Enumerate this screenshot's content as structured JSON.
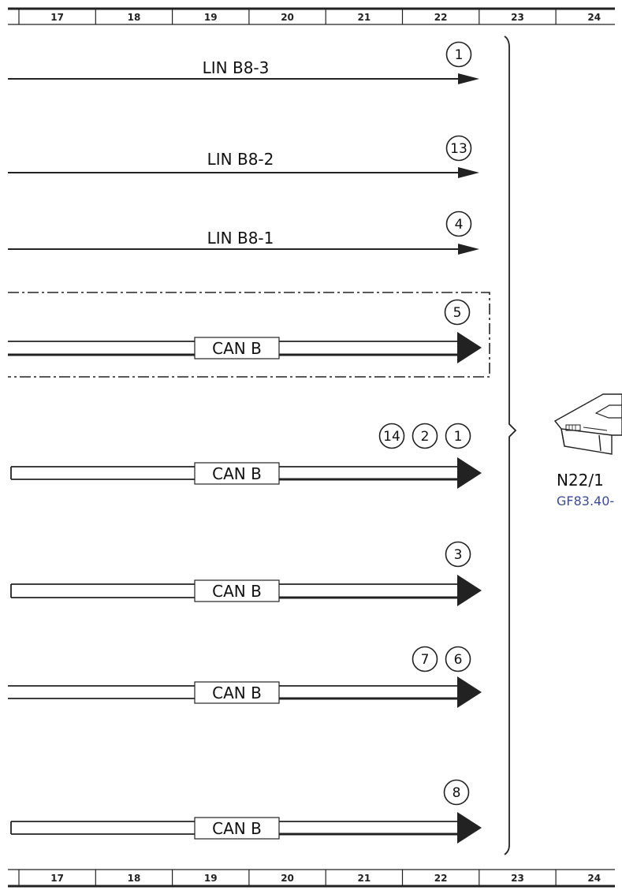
{
  "ruler": {
    "numbers": [
      "17",
      "18",
      "19",
      "20",
      "21",
      "22",
      "23",
      "24"
    ]
  },
  "lin_lines": [
    {
      "label": "LIN B8-3",
      "refs": [
        "1"
      ]
    },
    {
      "label": "LIN B8-2",
      "refs": [
        "13"
      ]
    },
    {
      "label": "LIN B8-1",
      "refs": [
        "4"
      ]
    }
  ],
  "can_buses": [
    {
      "label": "CAN B",
      "refs": [
        "5"
      ]
    },
    {
      "label": "CAN B",
      "refs": [
        "14",
        "2",
        "1"
      ]
    },
    {
      "label": "CAN B",
      "refs": [
        "3"
      ]
    },
    {
      "label": "CAN B",
      "refs": [
        "7",
        "6"
      ]
    },
    {
      "label": "CAN B",
      "refs": [
        "8"
      ]
    }
  ],
  "component": {
    "code": "N22/1",
    "ref": "GF83.40-",
    "ref_color": "#3a4aa0",
    "icon": "control-unit-icon"
  }
}
